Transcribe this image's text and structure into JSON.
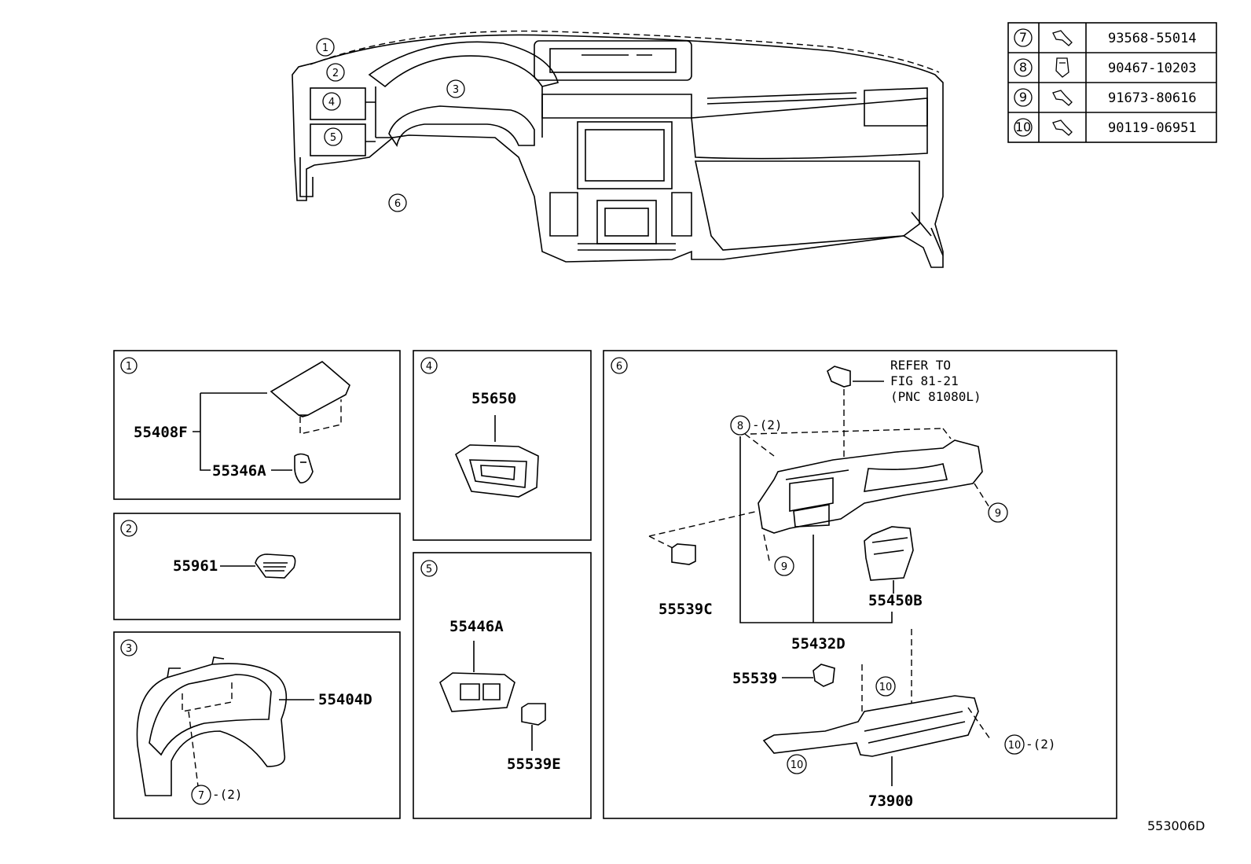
{
  "fastener_table": [
    {
      "ref": "7",
      "icon": "bolt-icon",
      "part_no": "93568-55014"
    },
    {
      "ref": "8",
      "icon": "clip-icon",
      "part_no": "90467-10203"
    },
    {
      "ref": "9",
      "icon": "screw-icon",
      "part_no": "91673-80616"
    },
    {
      "ref": "10",
      "icon": "bolt-washer-icon",
      "part_no": "90119-06951"
    }
  ],
  "overview_callouts": [
    "1",
    "2",
    "3",
    "4",
    "5",
    "6"
  ],
  "panel1": {
    "ref": "1",
    "parts": [
      "55408F",
      "55346A"
    ]
  },
  "panel2": {
    "ref": "2",
    "parts": [
      "55961"
    ]
  },
  "panel3": {
    "ref": "3",
    "parts": [
      "55404D"
    ],
    "fastener": "7",
    "fastener_qty": "-(2)"
  },
  "panel4": {
    "ref": "4",
    "parts": [
      "55650"
    ]
  },
  "panel5": {
    "ref": "5",
    "parts": [
      "55446A",
      "55539E"
    ]
  },
  "panel6": {
    "ref": "6",
    "parts": [
      "55539C",
      "55450B",
      "55432D",
      "55539",
      "73900"
    ],
    "refer_note": [
      "REFER TO",
      "FIG 81-21",
      "(PNC 81080L)"
    ],
    "fastener_8": "8",
    "fastener_8_qty": "-(2)",
    "fastener_9": "9",
    "fastener_10": "10",
    "fastener_10_qty": "-(2)"
  },
  "figure_id": "553006D"
}
